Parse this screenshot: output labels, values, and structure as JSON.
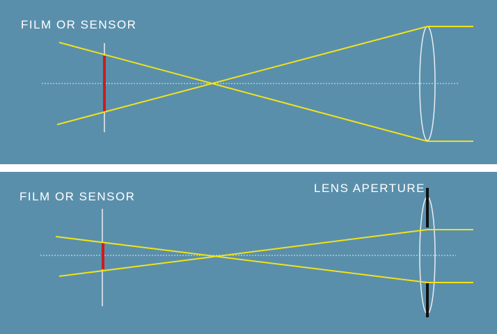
{
  "colors": {
    "background": "#5a8fab",
    "ray": "#f2e21a",
    "image": "#d01a1a",
    "aperture": "#111111",
    "guide": "#dfe8ee"
  },
  "panels": [
    {
      "sensor_label": "FILM OR SENSOR"
    },
    {
      "sensor_label": "FILM OR SENSOR",
      "aperture_label": "LENS APERTURE"
    }
  ]
}
